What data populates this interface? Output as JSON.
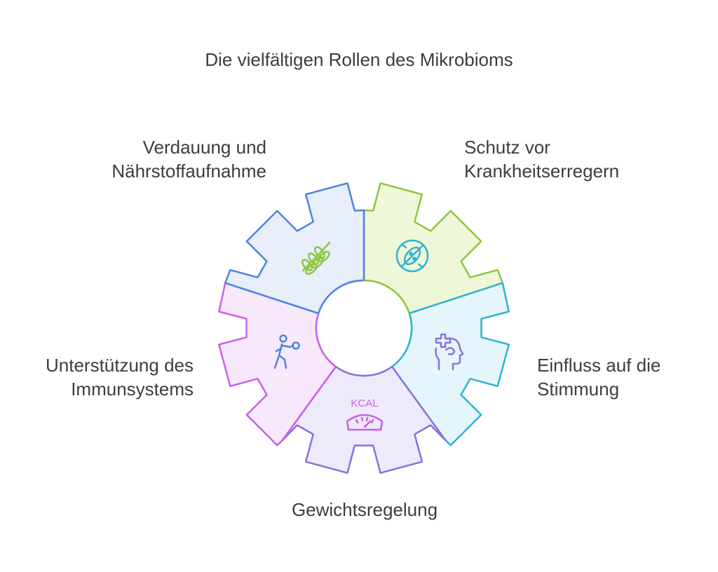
{
  "title": "Die vielfältigen Rollen des Mikrobioms",
  "segments": [
    {
      "id": "digestion",
      "lines": [
        "Verdauung und",
        "Nährstoffaufnahme"
      ],
      "icon": "grain-icon",
      "stroke": "#8dc63f",
      "fill": "#eef7d7"
    },
    {
      "id": "protection",
      "lines": [
        "Schutz vor",
        "Krankheitserregern"
      ],
      "icon": "no-bacteria-icon",
      "stroke": "#2fb2d6",
      "fill": "#e4f6fb"
    },
    {
      "id": "mood",
      "lines": [
        "Einfluss auf die",
        "Stimmung"
      ],
      "icon": "mental-health-icon",
      "stroke": "#8b6fe0",
      "fill": "#efeafb"
    },
    {
      "id": "weight",
      "lines": [
        "Gewichtsregelung"
      ],
      "icon": "scale-kcal-icon",
      "icon_text": "KCAL",
      "stroke": "#c760e6",
      "fill": "#f8e8fb"
    },
    {
      "id": "immune",
      "lines": [
        "Unterstützung des",
        "Immunsystems"
      ],
      "icon": "boxing-figure-icon",
      "stroke": "#4a86e0",
      "fill": "#e8eefa"
    }
  ]
}
